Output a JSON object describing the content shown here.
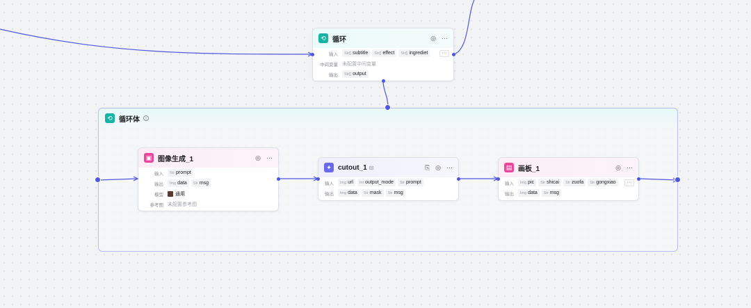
{
  "loop_node": {
    "title": "循环",
    "input_label": "输入",
    "inputs": [
      {
        "type": "Str[]",
        "name": "subtitle"
      },
      {
        "type": "Str[]",
        "name": "effect"
      },
      {
        "type": "Str[]",
        "name": "ingrediet"
      }
    ],
    "mid_label": "中间变量",
    "mid_value": "未配置中间变量",
    "output_label": "输出",
    "outputs": [
      {
        "type": "Str[]",
        "name": "output"
      }
    ]
  },
  "loop_body": {
    "title": "循环体"
  },
  "image_node": {
    "title": "图像生成_1",
    "input_label": "输入",
    "inputs": [
      {
        "type": "Str",
        "name": "prompt"
      }
    ],
    "output_label": "输出",
    "outputs": [
      {
        "type": "Img",
        "name": "data"
      },
      {
        "type": "Str",
        "name": "msg"
      }
    ],
    "model_label": "模型",
    "model_value": "通用",
    "ref_label": "参考图",
    "ref_value": "未配置参考图"
  },
  "cutout_node": {
    "title": "cutout_1",
    "input_label": "输入",
    "inputs": [
      {
        "type": "Img",
        "name": "url"
      },
      {
        "type": "Int",
        "name": "output_mode"
      },
      {
        "type": "Str",
        "name": "prompt"
      }
    ],
    "output_label": "输出",
    "outputs": [
      {
        "type": "Img",
        "name": "data"
      },
      {
        "type": "Str",
        "name": "mask"
      },
      {
        "type": "Str",
        "name": "msg"
      }
    ]
  },
  "canvas_node": {
    "title": "画板_1",
    "input_label": "输入",
    "inputs": [
      {
        "type": "Img",
        "name": "pic"
      },
      {
        "type": "Str",
        "name": "shicai"
      },
      {
        "type": "Str",
        "name": "zuofa"
      },
      {
        "type": "Str",
        "name": "gongxiao"
      }
    ],
    "output_label": "输出",
    "outputs": [
      {
        "type": "Img",
        "name": "data"
      },
      {
        "type": "Str",
        "name": "msg"
      }
    ]
  },
  "icons": {
    "loop": "loop-icon",
    "image": "image-gen-icon",
    "cutout": "cutout-icon",
    "canvas": "canvas-icon",
    "debug": "debug-target-icon",
    "more": "more-dots-icon"
  },
  "colors": {
    "wire": "#4e57de",
    "loop_accent": "#17b3a6",
    "image_accent": "#e8479b",
    "cutout_accent": "#6a6ae8"
  }
}
